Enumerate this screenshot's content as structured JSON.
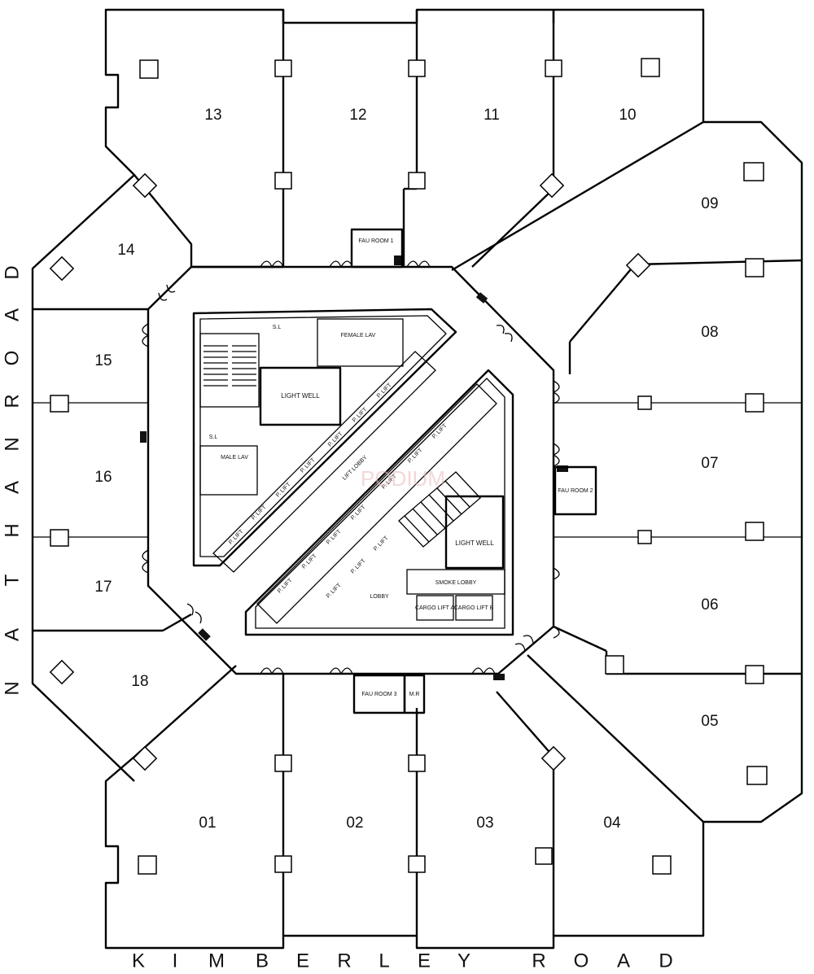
{
  "units": [
    {
      "id": "unit-01",
      "label": "01"
    },
    {
      "id": "unit-02",
      "label": "02"
    },
    {
      "id": "unit-03",
      "label": "03"
    },
    {
      "id": "unit-04",
      "label": "04"
    },
    {
      "id": "unit-05",
      "label": "05"
    },
    {
      "id": "unit-06",
      "label": "06"
    },
    {
      "id": "unit-07",
      "label": "07"
    },
    {
      "id": "unit-08",
      "label": "08"
    },
    {
      "id": "unit-09",
      "label": "09"
    },
    {
      "id": "unit-10",
      "label": "10"
    },
    {
      "id": "unit-11",
      "label": "11"
    },
    {
      "id": "unit-12",
      "label": "12"
    },
    {
      "id": "unit-13",
      "label": "13"
    },
    {
      "id": "unit-14",
      "label": "14"
    },
    {
      "id": "unit-15",
      "label": "15"
    },
    {
      "id": "unit-16",
      "label": "16"
    },
    {
      "id": "unit-17",
      "label": "17"
    },
    {
      "id": "unit-18",
      "label": "18"
    }
  ],
  "roads": {
    "bottom_letters": [
      "K",
      "I",
      "M",
      "B",
      "E",
      "R",
      "L",
      "E",
      "Y",
      "R",
      "O",
      "A",
      "D"
    ],
    "left_letters": [
      "N",
      "A",
      "T",
      "H",
      "A",
      "N",
      "R",
      "O",
      "A",
      "D"
    ]
  },
  "core": {
    "light_well_1": "LIGHT WELL",
    "light_well_2": "LIGHT WELL",
    "female_lav": "FEMALE LAV",
    "male_lav": "MALE LAV",
    "lift_lobby": "LIFT LOBBY",
    "smoke_lobby": "SMOKE LOBBY",
    "lobby": "LOBBY",
    "cargo_lift_a": "CARGO LIFT A",
    "cargo_lift_b": "CARGO LIFT B",
    "pl_lift": "P. LIFT",
    "fau_room_1": "FAU ROOM 1",
    "fau_room_2": "FAU ROOM 2",
    "fau_room_3": "FAU ROOM 3",
    "mr": "M.R",
    "sl": "S.L",
    "watermark": "PODIUM"
  }
}
